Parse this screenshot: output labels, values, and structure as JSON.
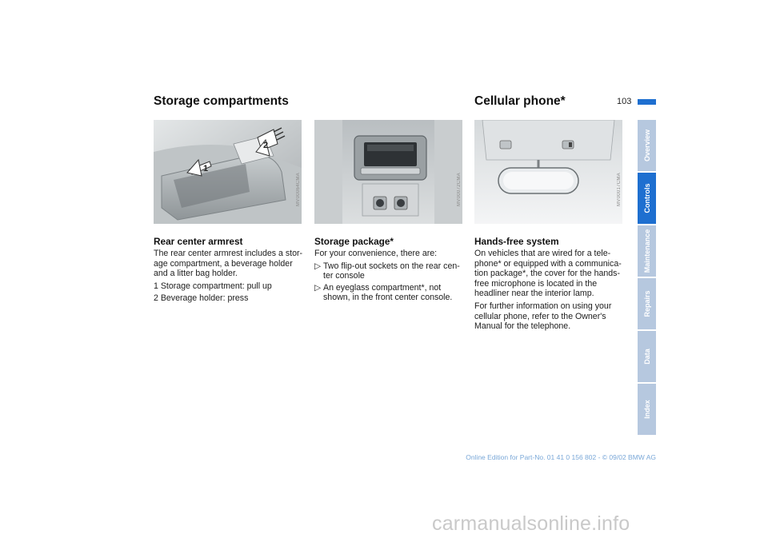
{
  "page": {
    "number": "103",
    "titles": {
      "left": "Storage compartments",
      "right": "Cellular phone*"
    }
  },
  "figures": [
    {
      "code": "MV00064CMA",
      "icon": "rear-armrest-photo"
    },
    {
      "code": "MV00072CMA",
      "icon": "storage-console-photo"
    },
    {
      "code": "MV00017CMA",
      "icon": "headliner-mirror-photo"
    }
  ],
  "callouts": {
    "one": "1",
    "two": "2"
  },
  "sections": {
    "armrest": {
      "heading": "Rear center armrest",
      "body": "The rear center armrest includes a stor-age compartment, a beverage holder and a litter bag holder.",
      "items": [
        "1 Storage compartment: pull up",
        "2 Beverage holder: press"
      ]
    },
    "storage": {
      "heading": "Storage package*",
      "intro": "For your convenience, there are:",
      "bullets": [
        "Two flip-out sockets on the rear cen-ter console",
        "An eyeglass compartment*, not shown, in the front center console."
      ],
      "bullet_marker": "▷"
    },
    "handsfree": {
      "heading": "Hands-free system",
      "paragraphs": [
        "On vehicles that are wired for a tele-phone* or equipped with a communica-tion package*, the cover for the hands-free microphone is located in the headliner near the interior lamp.",
        "For further information on using your cellular phone, refer to the Owner's Manual for the telephone."
      ]
    }
  },
  "tabs": [
    {
      "label": "Overview",
      "active": false
    },
    {
      "label": "Controls",
      "active": true
    },
    {
      "label": "Maintenance",
      "active": false
    },
    {
      "label": "Repairs",
      "active": false
    },
    {
      "label": "Data",
      "active": false
    },
    {
      "label": "Index",
      "active": false
    }
  ],
  "footer": "Online Edition for Part-No. 01 41 0 156 802 - © 09/02 BMW AG",
  "watermark": "carmanualsonline.info",
  "colors": {
    "accent": "#1e6fd0",
    "tab_inactive": "#b6c8df",
    "footer_text": "#7aa8d8"
  }
}
